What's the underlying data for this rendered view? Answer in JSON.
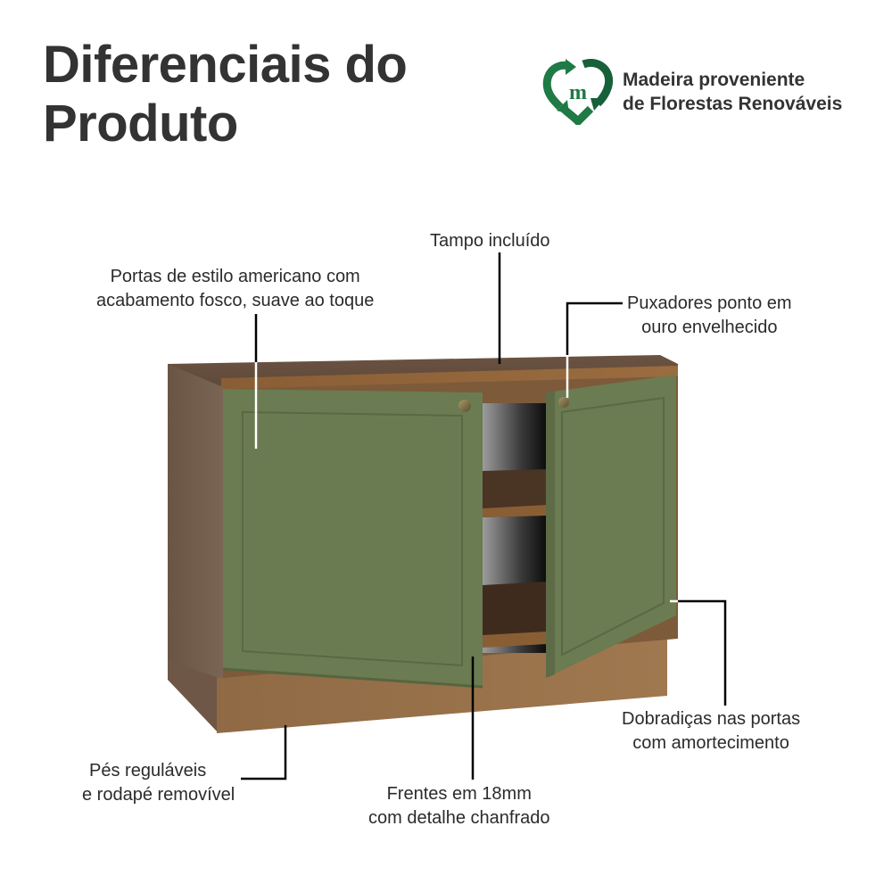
{
  "header": {
    "title_line1": "Diferenciais do",
    "title_line2": "Produto"
  },
  "badge": {
    "icon": "recycle-m-heart-icon",
    "line1": "Madeira proveniente",
    "line2": "de Florestas Renováveis",
    "color": "#1f7a45"
  },
  "product": {
    "image": "two-door-kitchen-cabinet-green-wood",
    "door_color": "#6b7b52",
    "wood_color": "#7d5a3a"
  },
  "callouts": [
    {
      "id": "tampo",
      "line1": "Tampo incluído"
    },
    {
      "id": "portas",
      "line1": "Portas de estilo americano com",
      "line2": "acabamento fosco, suave ao toque"
    },
    {
      "id": "puxadores",
      "line1": "Puxadores ponto em",
      "line2": "ouro envelhecido"
    },
    {
      "id": "dobradicas",
      "line1": "Dobradiças nas portas",
      "line2": "com amortecimento"
    },
    {
      "id": "pes",
      "line1": "Pés reguláveis",
      "line2": "e rodapé removível"
    },
    {
      "id": "frentes",
      "line1": "Frentes em 18mm",
      "line2": "com detalhe chanfrado"
    }
  ]
}
